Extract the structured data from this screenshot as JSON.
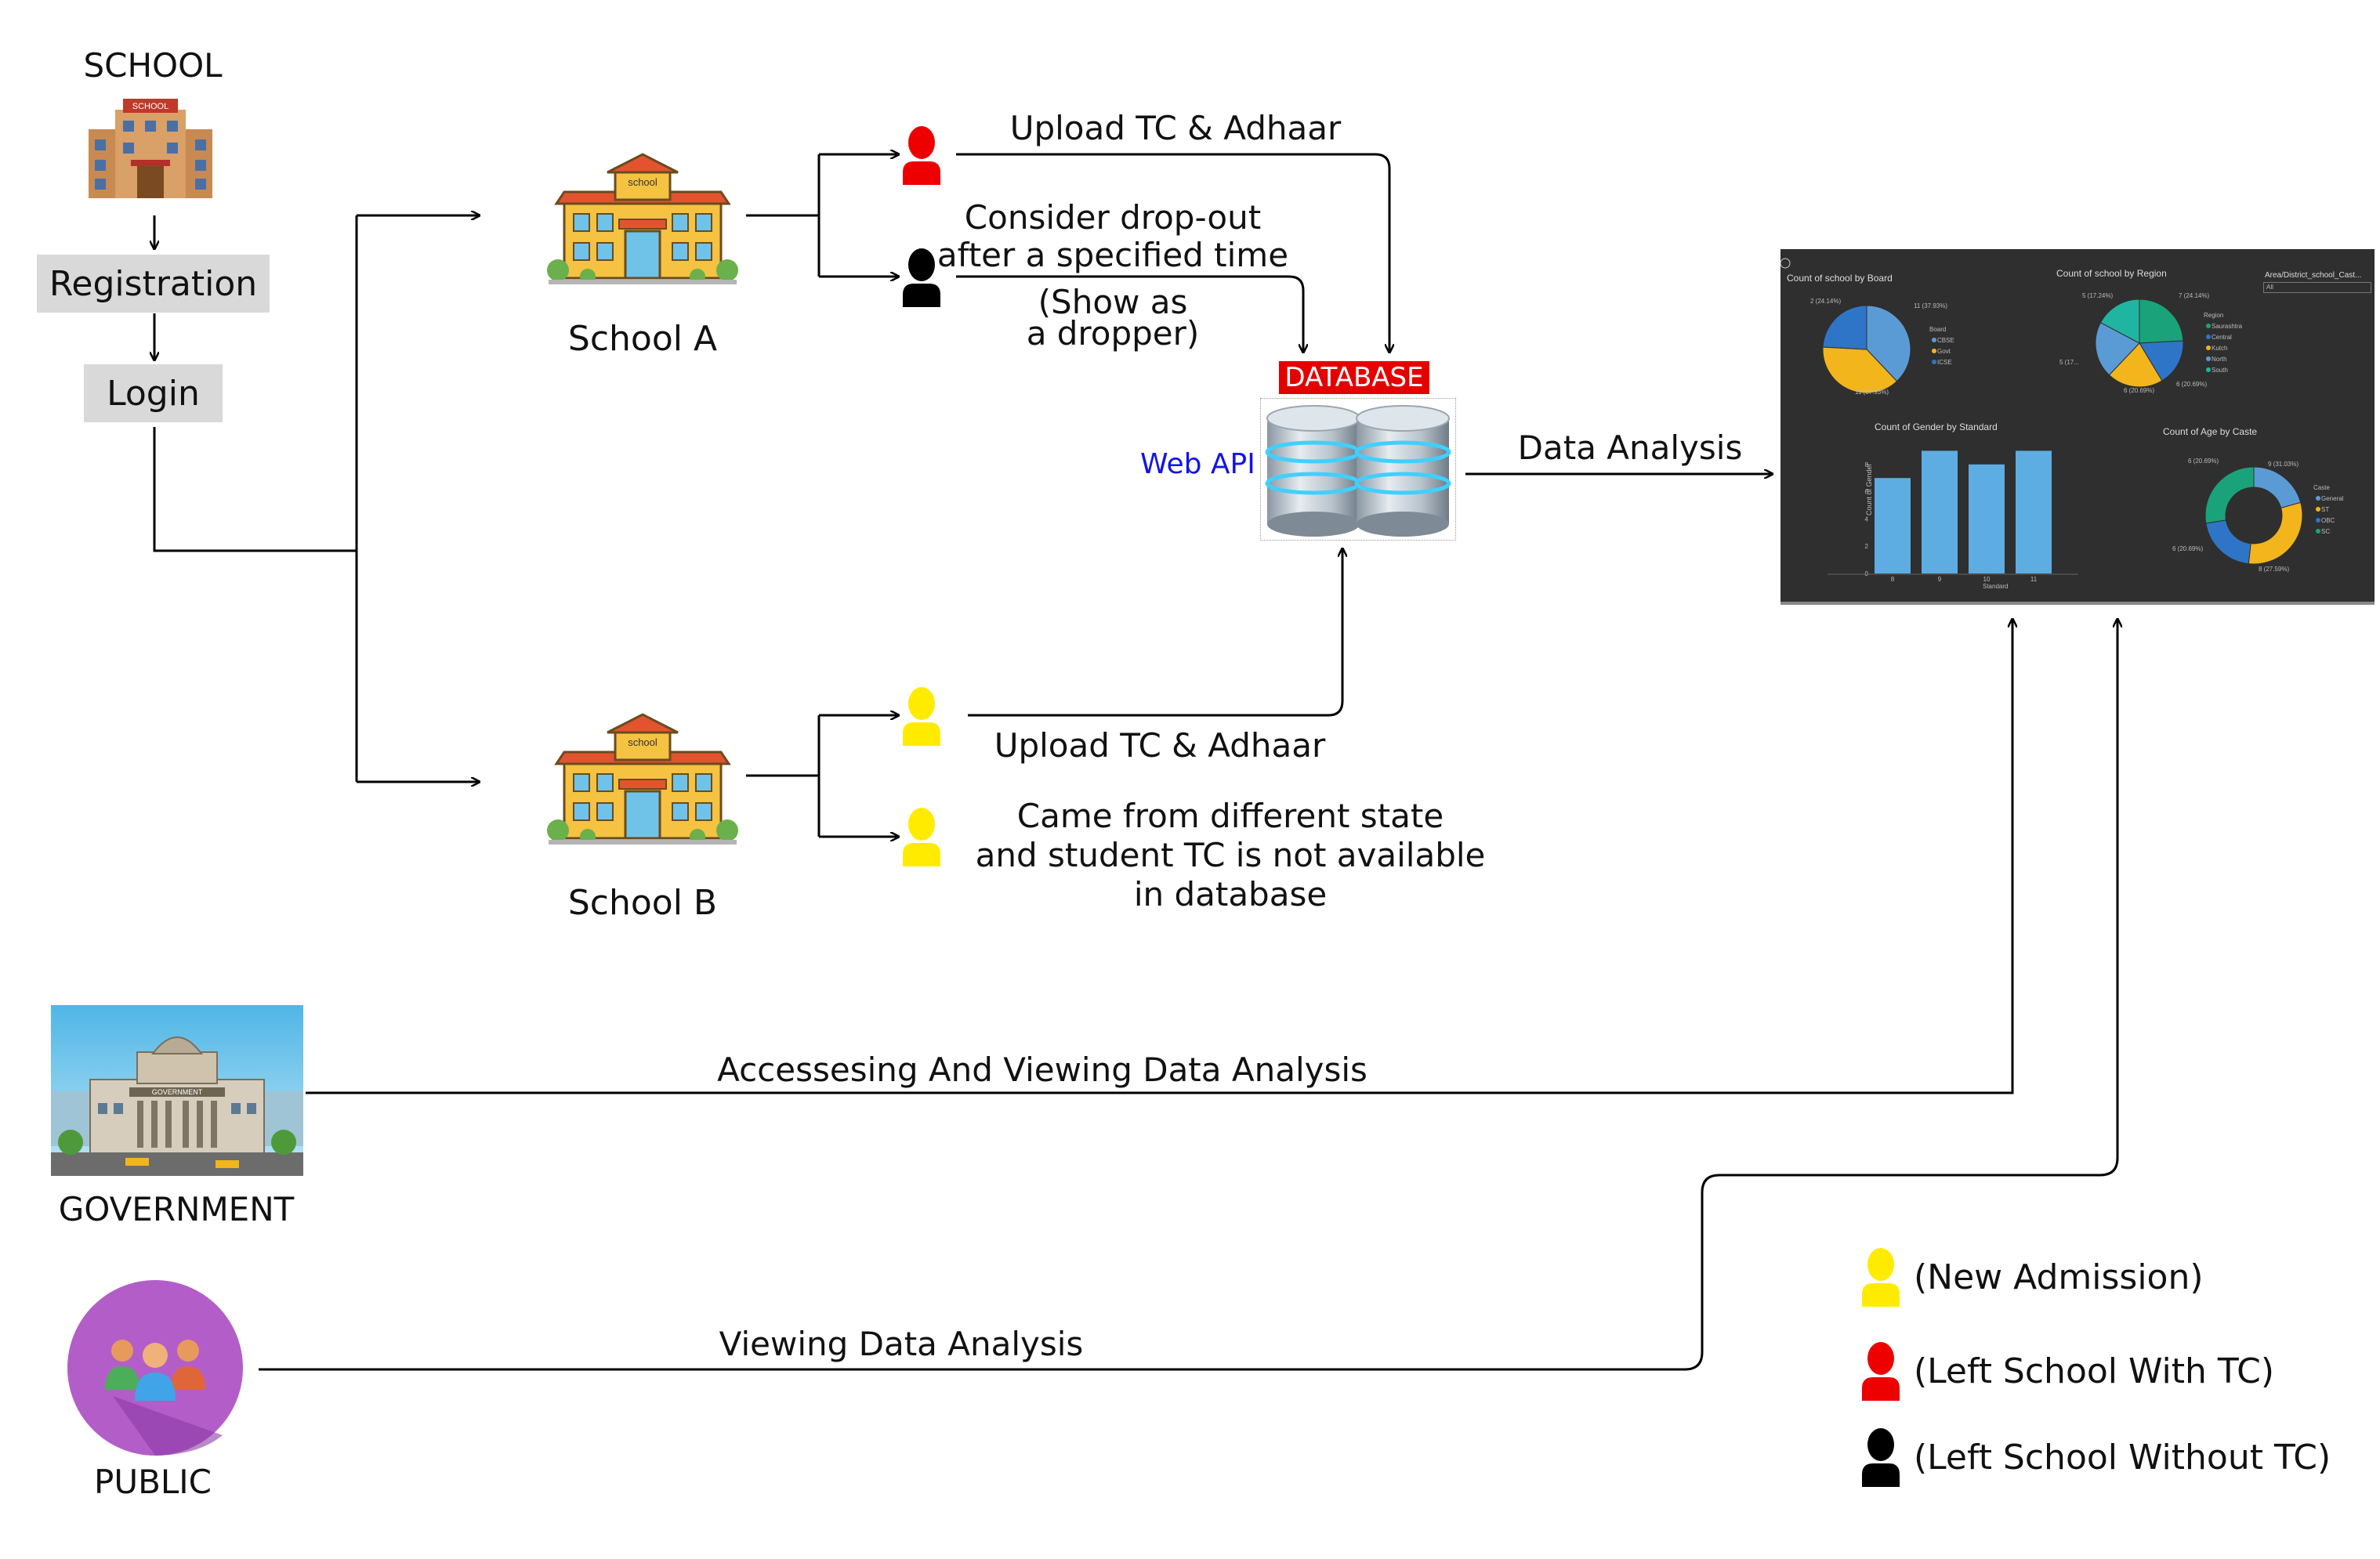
{
  "school": {
    "title": "SCHOOL",
    "registration": "Registration",
    "login": "Login",
    "building_sign": "SCHOOL"
  },
  "school_a": {
    "label": "School A",
    "sign": "school"
  },
  "school_b": {
    "label": "School B",
    "sign": "school"
  },
  "flows": {
    "upload_a": "Upload TC & Adhaar",
    "dropout_line1": "Consider drop-out",
    "dropout_line2": "after a specified time",
    "dropper_line1": "(Show as",
    "dropper_line2": "a dropper)",
    "upload_b": "Upload TC & Adhaar",
    "state_line1": "Came from different state",
    "state_line2": "and student TC is not available",
    "state_line3": "in database",
    "data_analysis": "Data Analysis",
    "gov_access": "Accessesing And Viewing Data Analysis",
    "public_view": "Viewing Data Analysis"
  },
  "database": {
    "tag": "DATABASE",
    "web_api": "Web API"
  },
  "government": {
    "label": "GOVERNMENT",
    "sign": "GOVERNMENT"
  },
  "public": {
    "label": "PUBLIC"
  },
  "legend": {
    "new_admission": "(New Admission)",
    "left_with_tc": "(Left School With TC)",
    "left_without_tc": "(Left School Without TC)"
  },
  "colors": {
    "new_admission": "#ffeb00",
    "left_with_tc": "#ee0000",
    "left_without_tc": "#000000",
    "database_tag": "#e50000",
    "web_api": "#1414e6",
    "dashboard_bg": "#2f2f2f"
  },
  "icons": [
    "school-building-icon",
    "person-icon",
    "database-icon",
    "government-building-icon",
    "people-group-icon"
  ],
  "dashboard": {
    "board_title": "Count of school by Board",
    "board_labels": [
      "2 (24.14%)",
      "11 (37.93%)",
      "11 (37.93%)"
    ],
    "board_legend_title": "Board",
    "board_legend": [
      "CBSE",
      "Govt",
      "ICSE"
    ],
    "region_title": "Count of school by Region",
    "region_labels": [
      "5 (17.24%)",
      "7 (24.14%)",
      "5 (17...",
      "6 (20.69%)",
      "6 (20.69%)"
    ],
    "region_legend_title": "Region",
    "region_legend": [
      "Saurashtra",
      "Central",
      "Kutch",
      "North",
      "South"
    ],
    "filter_title": "Area/District_school_Cast...",
    "filter_value": "All",
    "gender_title": "Count of Gender by Standard",
    "gender_ylabel": "Count of Gender",
    "gender_xlabel": "Standard",
    "gender_x": [
      "8",
      "9",
      "10",
      "11"
    ],
    "gender_values": [
      7,
      9,
      8,
      9
    ],
    "gender_yticks": [
      "0",
      "2",
      "4",
      "6",
      "8"
    ],
    "caste_title": "Count of Age by Caste",
    "caste_labels": [
      "6 (20.69%)",
      "9 (31.03%)",
      "6 (20.69%)",
      "8 (27.59%)"
    ],
    "caste_legend_title": "Caste",
    "caste_legend": [
      "General",
      "ST",
      "OBC",
      "SC"
    ]
  },
  "chart_data": [
    {
      "type": "pie",
      "title": "Count of school by Board",
      "categories": [
        "CBSE",
        "Govt",
        "ICSE"
      ],
      "values": [
        11,
        11,
        7
      ],
      "colors": [
        "#5b9bd5",
        "#f2b51c",
        "#2e75c8"
      ]
    },
    {
      "type": "pie",
      "title": "Count of school by Region",
      "categories": [
        "Saurashtra",
        "Central",
        "Kutch",
        "North",
        "South"
      ],
      "values": [
        7,
        5,
        6,
        6,
        5
      ],
      "colors": [
        "#1aa37a",
        "#2e75c8",
        "#f2b51c",
        "#5b9bd5",
        "#20b5a0"
      ]
    },
    {
      "type": "bar",
      "title": "Count of Gender by Standard",
      "categories": [
        "8",
        "9",
        "10",
        "11"
      ],
      "values": [
        7,
        9,
        8,
        9
      ],
      "xlabel": "Standard",
      "ylabel": "Count of Gender"
    },
    {
      "type": "pie",
      "title": "Count of Age by Caste",
      "categories": [
        "General",
        "ST",
        "OBC",
        "SC"
      ],
      "values": [
        6,
        9,
        6,
        8
      ],
      "colors": [
        "#5b9bd5",
        "#f2b51c",
        "#2e75c8",
        "#1aa37a"
      ]
    }
  ]
}
